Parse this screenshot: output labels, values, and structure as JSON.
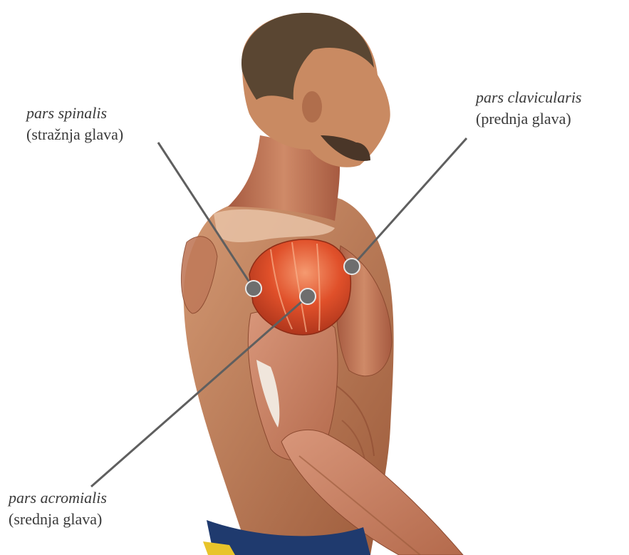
{
  "labels": {
    "spinalis": {
      "latin": "pars spinalis",
      "local": "(stražnja glava)"
    },
    "clavicularis": {
      "latin": "pars clavicularis",
      "local": "(prednja glava)"
    },
    "acromialis": {
      "latin": "pars acromialis",
      "local": "(srednja glava)"
    }
  },
  "colors": {
    "skin": "#c98a62",
    "skin_dark": "#9a5a38",
    "muscle": "#b8644a",
    "deltoid": "#e0502a",
    "deltoid_light": "#f07a50",
    "hair": "#5a4632",
    "leader_line": "#5f5f5f",
    "marker": "#6e6e6e",
    "text": "#3a3a3a",
    "shorts_blue": "#1f3a6e",
    "shorts_yellow": "#e8c42a"
  },
  "icons": {
    "marker": "circle-marker"
  }
}
